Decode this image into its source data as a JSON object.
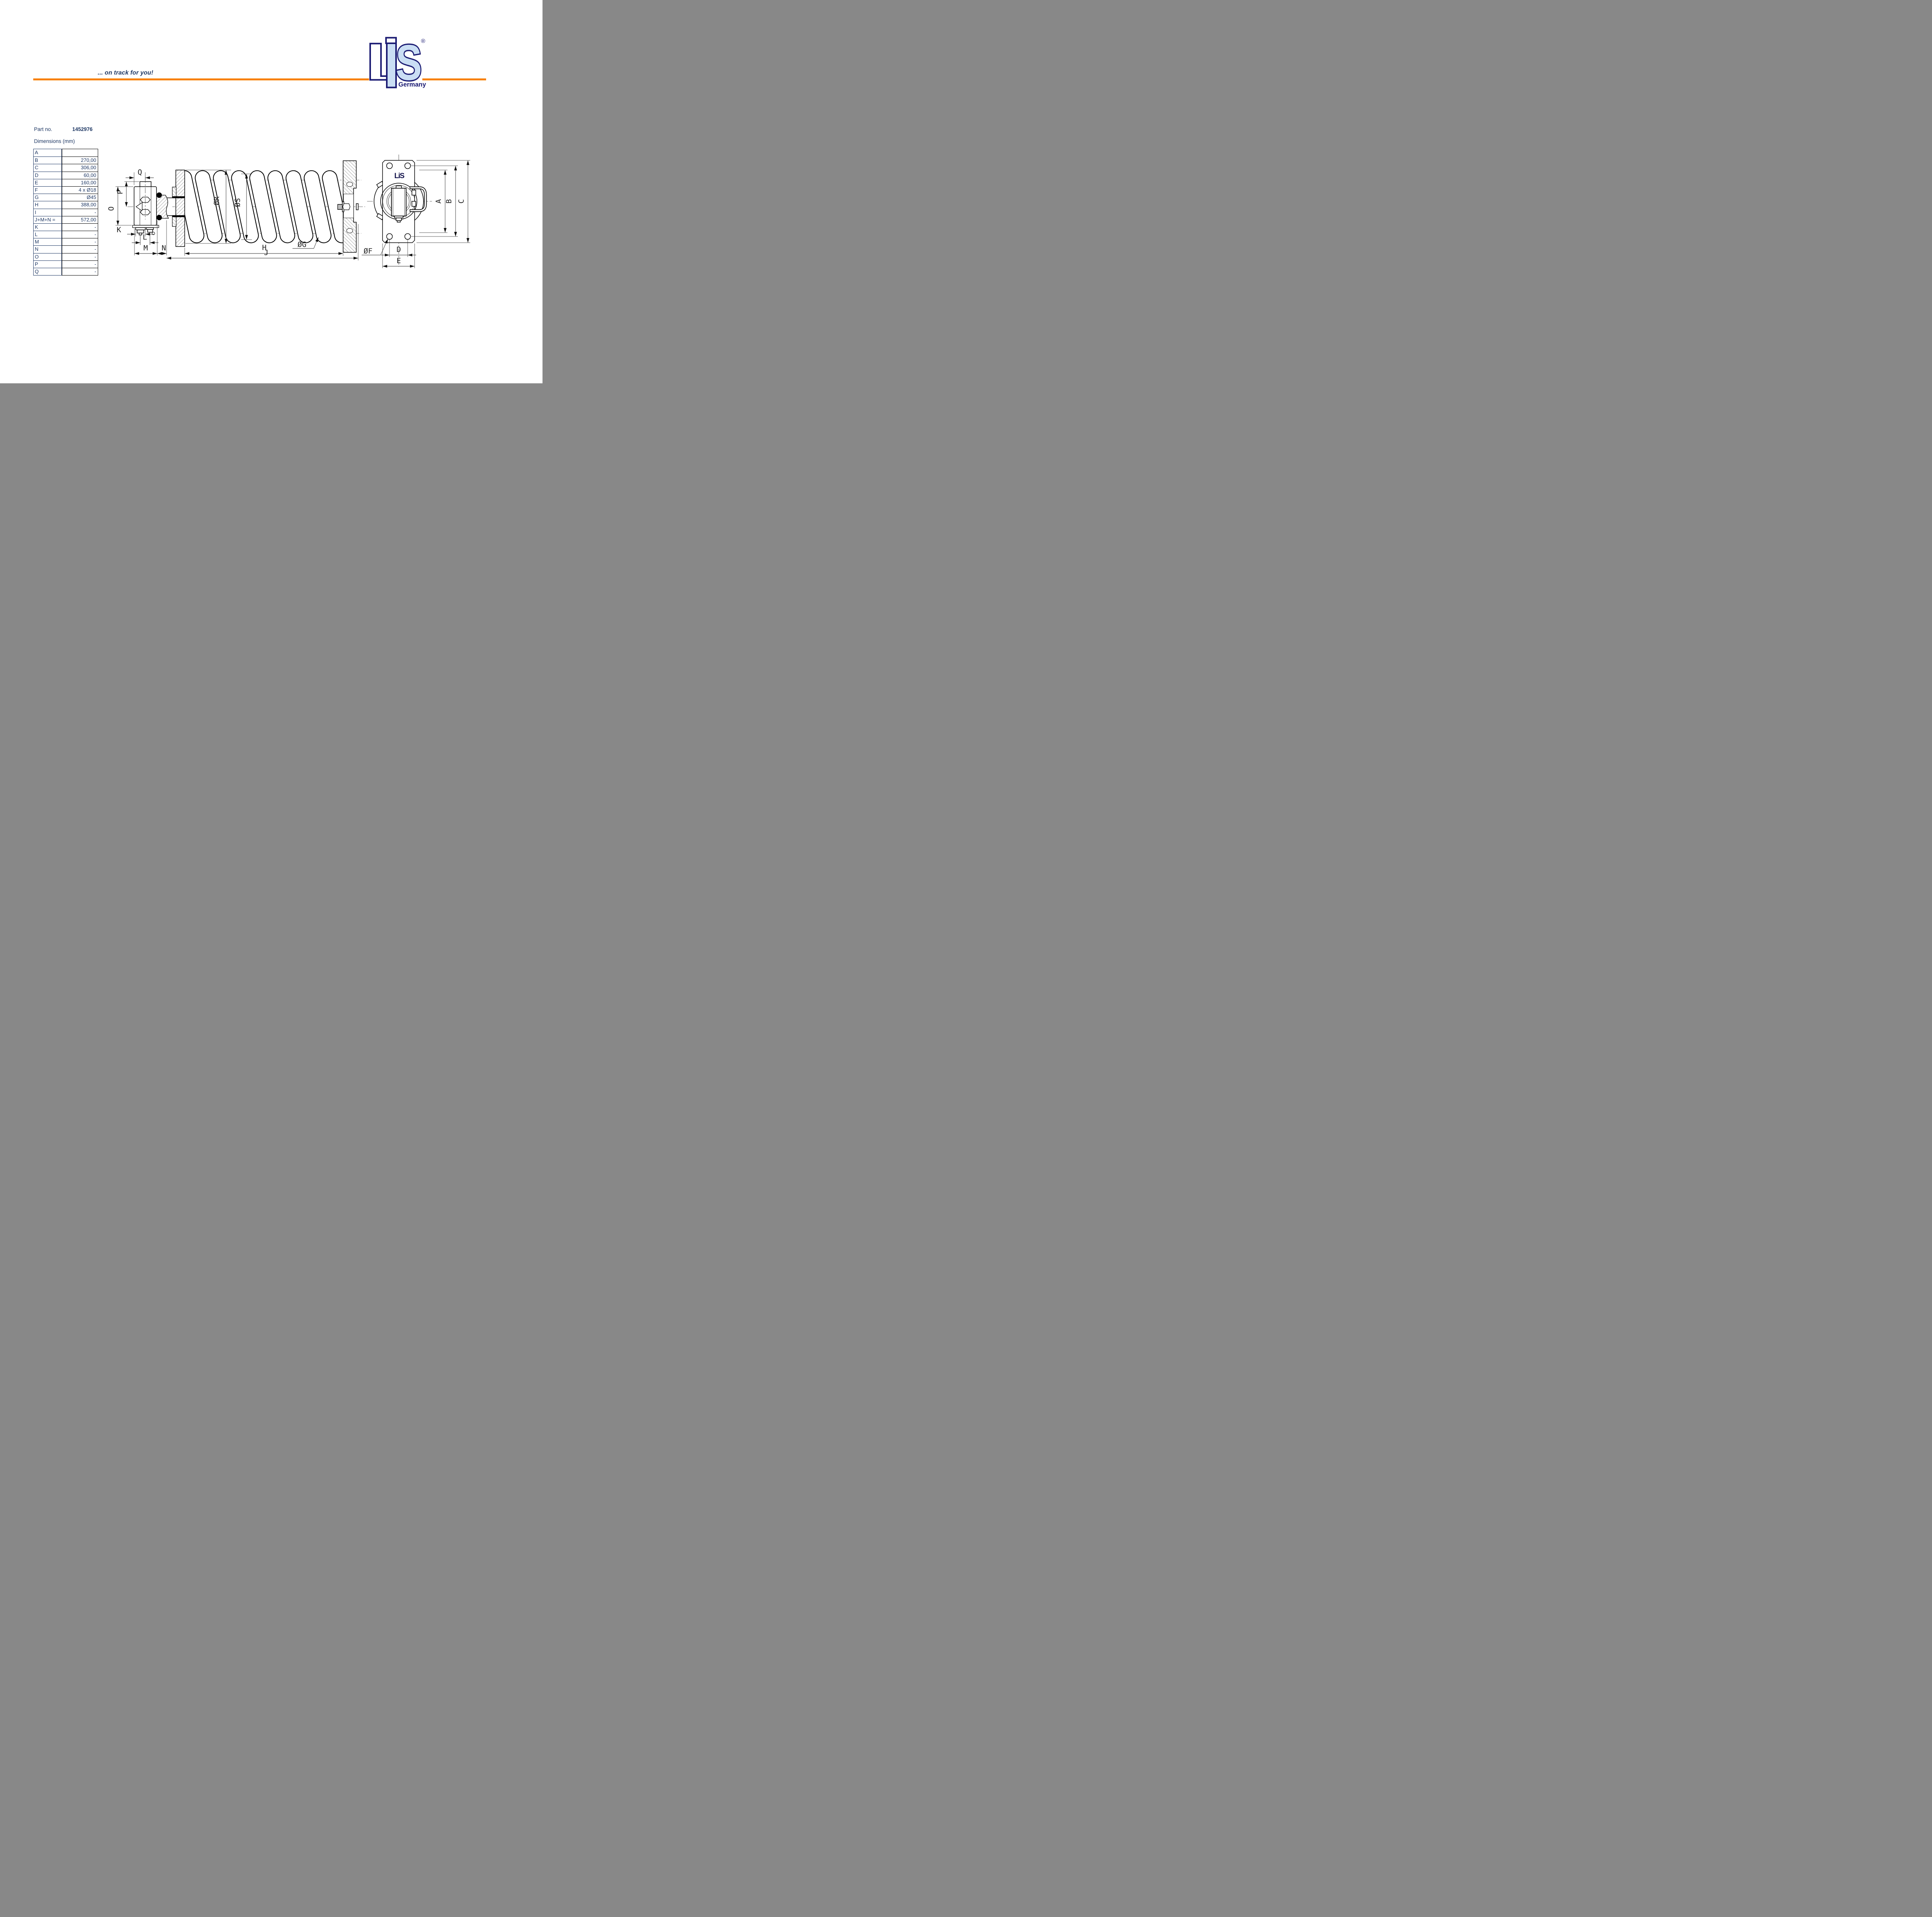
{
  "header": {
    "slogan": "... on track for you!",
    "accent_color": "#F88000"
  },
  "logo": {
    "name": "LIS",
    "registered": "®",
    "country": "Germany",
    "navy": "#1b1b73",
    "light_blue": "#cadef4"
  },
  "part": {
    "label": "Part no.",
    "number": "1452976",
    "dimensions_label": "Dimensions (mm)"
  },
  "table": {
    "rows": [
      {
        "label": "A",
        "value": ""
      },
      {
        "label": "B",
        "value": "270,00"
      },
      {
        "label": "C",
        "value": "306,00"
      },
      {
        "label": "D",
        "value": "60,00"
      },
      {
        "label": "E",
        "value": "160,00"
      },
      {
        "label": "F",
        "value": "4 x Ø18"
      },
      {
        "label": "G",
        "value": "Ø45"
      },
      {
        "label": "H",
        "value": "388,00"
      },
      {
        "label": "I",
        "value": "-"
      },
      {
        "label": "J+M+N =",
        "value": "572,00"
      },
      {
        "label": "K",
        "value": "-"
      },
      {
        "label": "L",
        "value": "-"
      },
      {
        "label": "M",
        "value": "-"
      },
      {
        "label": "N",
        "value": "-"
      },
      {
        "label": "O",
        "value": "-"
      },
      {
        "label": "P",
        "value": "-"
      },
      {
        "label": "Q",
        "value": "-"
      }
    ]
  },
  "drawing": {
    "side": {
      "q": "Q",
      "p": "P",
      "o": "O",
      "k": "K",
      "l": "L",
      "m": "M",
      "n": "N",
      "h": "H",
      "j": "J",
      "dia_r": "ØR",
      "dia_s": "ØS",
      "dia_g": "ØG"
    },
    "end": {
      "a": "A",
      "b": "B",
      "c": "C",
      "d": "D",
      "e": "E",
      "dia_f": "ØF",
      "stamp": "LiS"
    }
  }
}
